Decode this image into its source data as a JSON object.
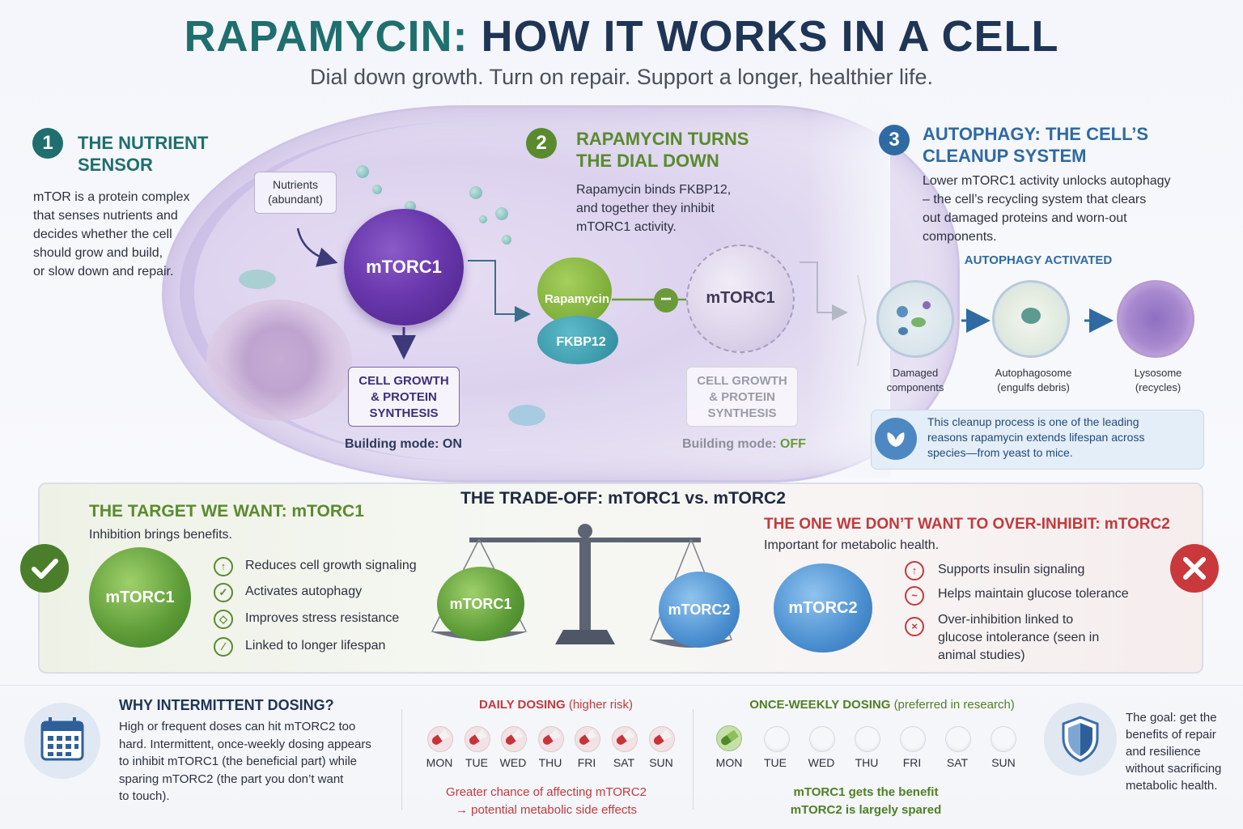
{
  "header": {
    "title_part1": "RAPAMYCIN:",
    "title_part2": "HOW IT WORKS IN A CELL",
    "subtitle": "Dial down growth. Turn on repair. Support a longer, healthier life."
  },
  "colors": {
    "teal": "#1f6f6e",
    "navy": "#1e3556",
    "green": "#5a8a2e",
    "blue": "#2f6aa3",
    "red": "#c23a3c",
    "purple": "#5a3a96"
  },
  "section1": {
    "number": "1",
    "title_line1": "THE NUTRIENT",
    "title_line2": "SENSOR",
    "body": [
      "mTOR is a protein complex",
      "that senses nutrients and",
      "decides whether the cell",
      "should grow and build,",
      "or slow down and repair."
    ],
    "nutrients_line1": "Nutrients",
    "nutrients_line2": "(abundant)",
    "molecule": "mTORC1",
    "box_line1": "CELL GROWTH",
    "box_line2": "& PROTEIN",
    "box_line3": "SYNTHESIS",
    "mode_label": "Building mode:",
    "mode_value": "ON"
  },
  "section2": {
    "number": "2",
    "title_line1": "RAPAMYCIN TURNS",
    "title_line2": "THE DIAL DOWN",
    "body": [
      "Rapamycin binds FKBP12,",
      "and together they inhibit",
      "mTORC1 activity."
    ],
    "rapamycin": "Rapamycin",
    "fkbp12": "FKBP12",
    "inhibit_symbol": "−",
    "molecule": "mTORC1",
    "box_line1": "CELL GROWTH",
    "box_line2": "& PROTEIN",
    "box_line3": "SYNTHESIS",
    "mode_label": "Building mode:",
    "mode_value": "OFF"
  },
  "section3": {
    "number": "3",
    "title_line1": "AUTOPHAGY: THE CELL’S",
    "title_line2": "CLEANUP SYSTEM",
    "body": [
      "Lower mTORC1 activity unlocks autophagy",
      "– the cell’s recycling system that clears",
      "out damaged proteins and worn-out",
      "components."
    ],
    "activated_label": "AUTOPHAGY ACTIVATED",
    "stages": [
      {
        "line1": "Damaged",
        "line2": "components"
      },
      {
        "line1": "Autophagosome",
        "line2": "(engulfs debris)"
      },
      {
        "line1": "Lysosome",
        "line2": "(recycles)"
      }
    ],
    "callout": [
      "This cleanup process is one of the leading",
      "reasons rapamycin extends lifespan across",
      "species—from yeast to mice."
    ]
  },
  "tradeoff": {
    "title": "THE TRADE-OFF: mTORC1 vs. mTORC2",
    "left": {
      "heading": "THE TARGET WE WANT: mTORC1",
      "sub": "Inhibition brings benefits.",
      "molecule": "mTORC1",
      "items": [
        "Reduces cell growth signaling",
        "Activates autophagy",
        "Improves stress resistance",
        "Linked to longer lifespan"
      ]
    },
    "scale": {
      "left_label": "mTORC1",
      "right_label": "mTORC2"
    },
    "right": {
      "heading": "THE ONE WE DON’T WANT TO OVER-INHIBIT: mTORC2",
      "sub": "Important for metabolic health.",
      "molecule": "mTORC2",
      "items": [
        "Supports insulin signaling",
        "Helps maintain glucose tolerance"
      ],
      "item3": [
        "Over-inhibition linked to",
        "glucose intolerance (seen in",
        "animal studies)"
      ]
    }
  },
  "dosing": {
    "why_title": "WHY INTERMITTENT DOSING?",
    "why_body": [
      "High or frequent doses can hit mTORC2 too",
      "hard. Intermittent, once-weekly dosing appears",
      "to inhibit mTORC1 (the beneficial part) while",
      "sparing mTORC2 (the part you don’t want",
      "to touch)."
    ],
    "daily_title": "DAILY DOSING",
    "daily_note": "(higher risk)",
    "weekly_title": "ONCE-WEEKLY DOSING",
    "weekly_note": "(preferred in research)",
    "days": [
      "MON",
      "TUE",
      "WED",
      "THU",
      "FRI",
      "SAT",
      "SUN"
    ],
    "daily_result": [
      "Greater chance of affecting mTORC2",
      "→ potential metabolic side effects"
    ],
    "weekly_result": [
      "mTORC1 gets the benefit",
      "mTORC2 is largely spared"
    ],
    "goal": [
      "The goal: get the",
      "benefits of repair",
      "and resilience",
      "without sacrificing",
      "metabolic health."
    ]
  }
}
